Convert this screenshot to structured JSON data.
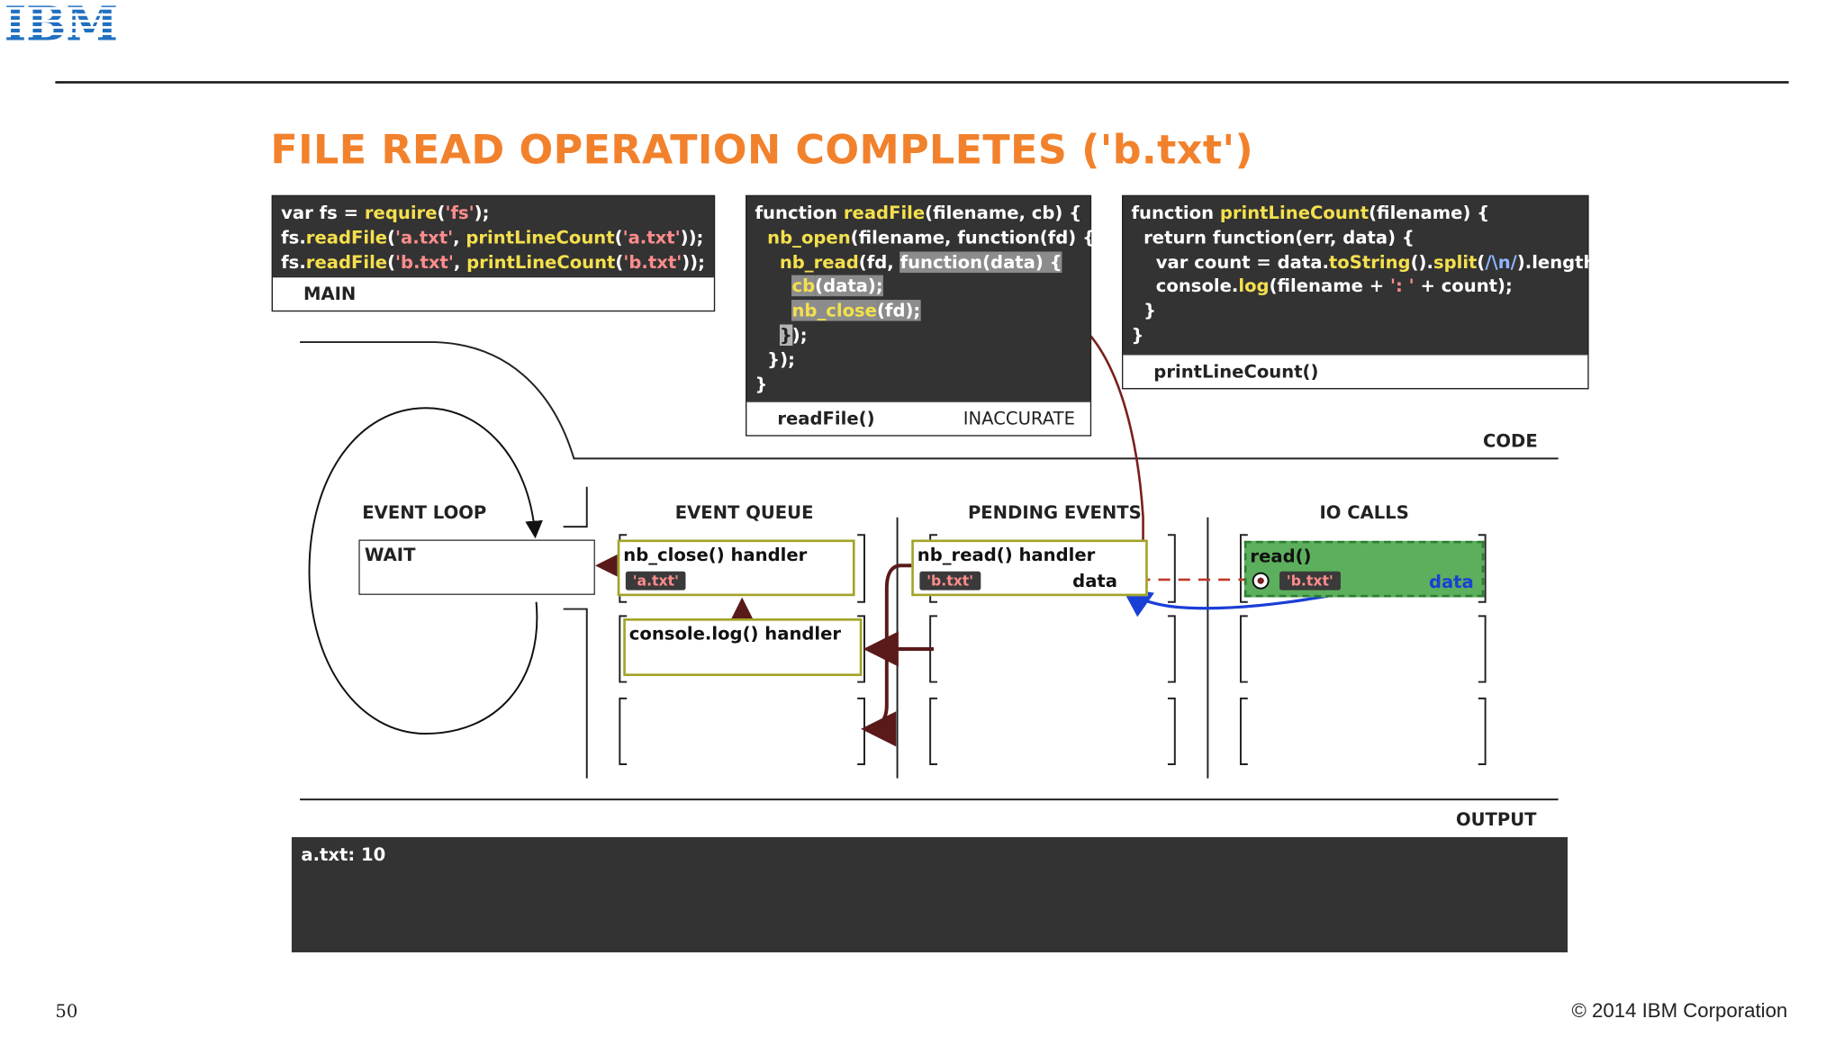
{
  "slide": {
    "title": "FILE READ OPERATION COMPLETES ('b.txt')",
    "logo": "IBM",
    "page_number": "50",
    "copyright": "© 2014 IBM Corporation"
  },
  "main_panel": {
    "lines": [
      [
        [
          "w",
          "var fs = "
        ],
        [
          "y",
          "require"
        ],
        [
          "w",
          "("
        ],
        [
          "s",
          "'fs'"
        ],
        [
          "w",
          ");"
        ]
      ],
      [
        [
          "w",
          "fs."
        ],
        [
          "y",
          "readFile"
        ],
        [
          "w",
          "("
        ],
        [
          "s",
          "'a.txt'"
        ],
        [
          "w",
          ", "
        ],
        [
          "y",
          "printLineCount"
        ],
        [
          "w",
          "("
        ],
        [
          "s",
          "'a.txt'"
        ],
        [
          "w",
          "));"
        ]
      ],
      [
        [
          "w",
          "fs."
        ],
        [
          "y",
          "readFile"
        ],
        [
          "w",
          "("
        ],
        [
          "s",
          "'b.txt'"
        ],
        [
          "w",
          ", "
        ],
        [
          "y",
          "printLineCount"
        ],
        [
          "w",
          "("
        ],
        [
          "s",
          "'b.txt'"
        ],
        [
          "w",
          "));"
        ]
      ]
    ],
    "caption": "MAIN"
  },
  "readfile_panel": {
    "lines": [
      [
        [
          "w",
          "function "
        ],
        [
          "y",
          "readFile"
        ],
        [
          "w",
          "(filename, cb) {"
        ]
      ],
      [
        [
          "w",
          "  "
        ],
        [
          "y",
          "nb_open"
        ],
        [
          "w",
          "(filename, function(fd) {"
        ]
      ],
      [
        [
          "w",
          "    "
        ],
        [
          "y",
          "nb_read"
        ],
        [
          "w",
          "(fd, "
        ],
        [
          "sel",
          "function(data) {"
        ]
      ],
      [
        [
          "w",
          "      "
        ],
        [
          "ys",
          "cb"
        ],
        [
          "ws",
          "(data);"
        ]
      ],
      [
        [
          "w",
          "      "
        ],
        [
          "ys",
          "nb_close"
        ],
        [
          "ws",
          "(fd);"
        ]
      ],
      [
        [
          "w",
          "    "
        ],
        [
          "hl",
          "}"
        ],
        [
          "w",
          ");"
        ]
      ],
      [
        [
          "w",
          "  });"
        ]
      ],
      [
        [
          "w",
          "}"
        ]
      ]
    ],
    "caption_left": "readFile()",
    "caption_right": "INACCURATE"
  },
  "printlinecount_panel": {
    "lines": [
      [
        [
          "w",
          "function "
        ],
        [
          "y",
          "printLineCount"
        ],
        [
          "w",
          "(filename) {"
        ]
      ],
      [
        [
          "w",
          "  return function(err, data) {"
        ]
      ],
      [
        [
          "w",
          "    var count = data."
        ],
        [
          "y",
          "toString"
        ],
        [
          "w",
          "()."
        ],
        [
          "y",
          "split"
        ],
        [
          "w",
          "("
        ],
        [
          "b",
          "/\\n/"
        ],
        [
          "w",
          ").length;"
        ]
      ],
      [
        [
          "w",
          "    console."
        ],
        [
          "y",
          "log"
        ],
        [
          "w",
          "(filename + "
        ],
        [
          "s",
          "': '"
        ],
        [
          "w",
          " + count);"
        ]
      ],
      [
        [
          "w",
          "  }"
        ]
      ],
      [
        [
          "w",
          "}"
        ]
      ]
    ],
    "caption": "printLineCount()"
  },
  "sections": {
    "code": "CODE",
    "event_loop": "EVENT LOOP",
    "event_queue": "EVENT QUEUE",
    "pending_events": "PENDING EVENTS",
    "io_calls": "IO CALLS",
    "output": "OUTPUT"
  },
  "event_loop": {
    "wait_label": "WAIT"
  },
  "event_queue": {
    "items": [
      {
        "label": "nb_close() handler",
        "tag": "'a.txt'"
      },
      {
        "label": "console.log() handler"
      }
    ]
  },
  "pending_events": {
    "item": {
      "label": "nb_read() handler",
      "tag": "'b.txt'",
      "data_label": "data"
    }
  },
  "io_calls": {
    "item": {
      "label": "read()",
      "tag": "'b.txt'",
      "data_label": "data"
    }
  },
  "output": {
    "text": "a.txt: 10"
  },
  "colors": {
    "title": "#f2812c",
    "ibm_blue": "#1f70c1",
    "code_bg": "#333333",
    "handler_border": "#a1a327",
    "io_green": "#5caf5c",
    "arrow_red": "#7a1f1f",
    "arrow_blue": "#1a3fd6"
  }
}
